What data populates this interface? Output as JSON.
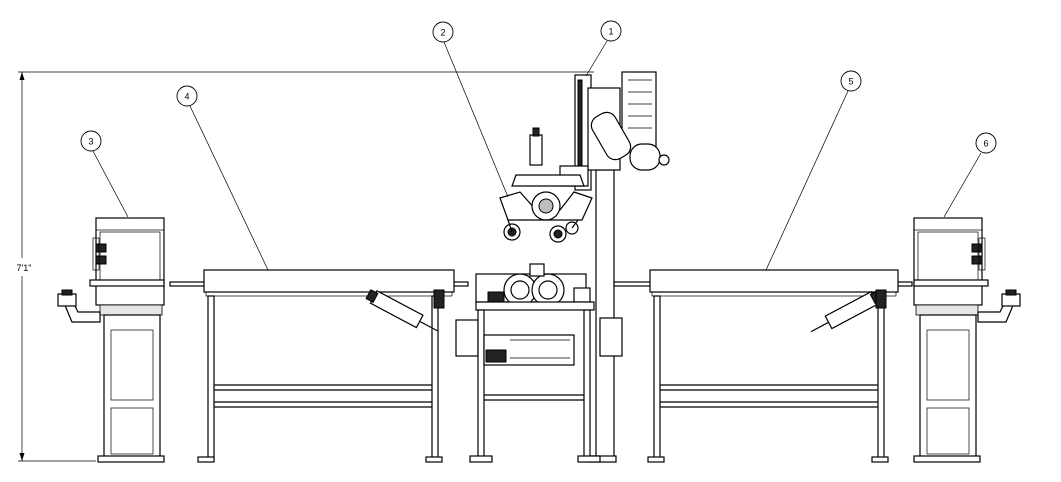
{
  "dimension": {
    "height_label": "7'1\""
  },
  "balloons": [
    {
      "id": "1",
      "label": "1"
    },
    {
      "id": "2",
      "label": "2"
    },
    {
      "id": "3",
      "label": "3"
    },
    {
      "id": "4",
      "label": "4"
    },
    {
      "id": "5",
      "label": "5"
    },
    {
      "id": "6",
      "label": "6"
    }
  ]
}
